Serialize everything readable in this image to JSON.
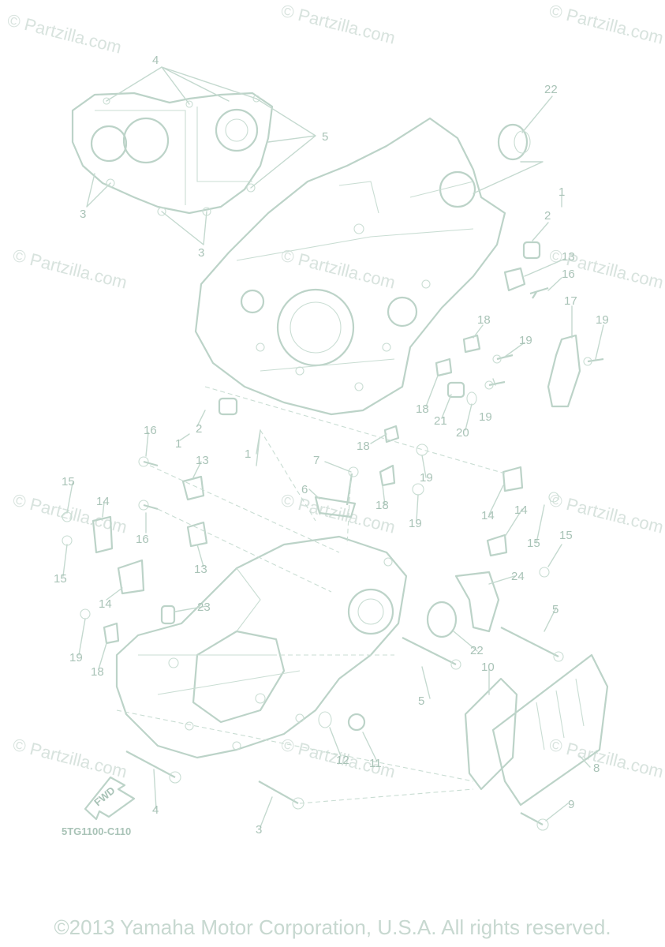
{
  "watermark": "© Partzilla.com",
  "diagram_code": "5TG1100-C110",
  "fwd_label": "FWD",
  "copyright": "©2013 Yamaha Motor Corporation, U.S.A. All rights reserved.",
  "callouts": [
    "1",
    "2",
    "3",
    "4",
    "5",
    "6",
    "7",
    "8",
    "9",
    "10",
    "11",
    "12",
    "13",
    "14",
    "15",
    "16",
    "17",
    "18",
    "19",
    "20",
    "21",
    "22",
    "23",
    "24"
  ]
}
